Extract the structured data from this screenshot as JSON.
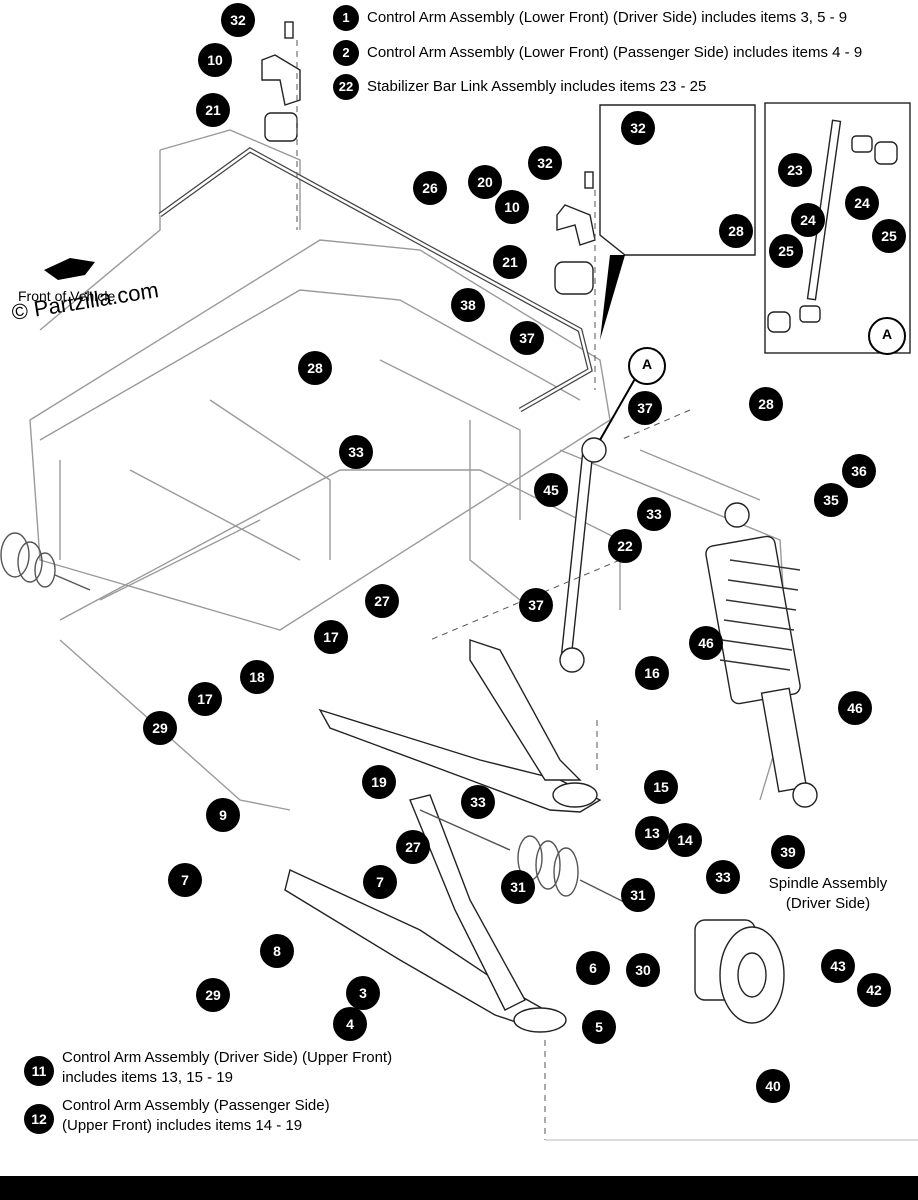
{
  "legend_top": [
    {
      "num": "1",
      "text": "Control Arm Assembly (Lower Front) (Driver Side) includes items 3, 5 - 9"
    },
    {
      "num": "2",
      "text": "Control Arm Assembly (Lower Front) (Passenger Side) includes items 4 - 9"
    },
    {
      "num": "22",
      "text": "Stabilizer Bar Link Assembly includes items 23 - 25"
    }
  ],
  "legend_bottom": [
    {
      "num": "11",
      "line1": "Control Arm Assembly (Driver Side) (Upper Front)",
      "line2": "includes items 13, 15 - 19"
    },
    {
      "num": "12",
      "line1": "Control Arm Assembly (Passenger Side)",
      "line2": "(Upper Front) includes items 14 - 19"
    }
  ],
  "spindle_label_1": "Spindle Assembly",
  "spindle_label_2": "(Driver Side)",
  "front_label": "Front of Vehicle",
  "brand": "© Partzilla.com",
  "detail_ref": "A",
  "callouts": [
    "32",
    "10",
    "21",
    "26",
    "20",
    "10",
    "32",
    "21",
    "28",
    "38",
    "37",
    "32",
    "28",
    "23",
    "24",
    "24",
    "25",
    "25",
    "A",
    "A",
    "28",
    "37",
    "36",
    "33",
    "35",
    "45",
    "33",
    "22",
    "27",
    "37",
    "46",
    "17",
    "16",
    "18",
    "17",
    "29",
    "46",
    "15",
    "19",
    "33",
    "13",
    "14",
    "9",
    "27",
    "33",
    "39",
    "7",
    "7",
    "31",
    "31",
    "8",
    "30",
    "6",
    "29",
    "3",
    "43",
    "42",
    "4",
    "5",
    "40"
  ]
}
